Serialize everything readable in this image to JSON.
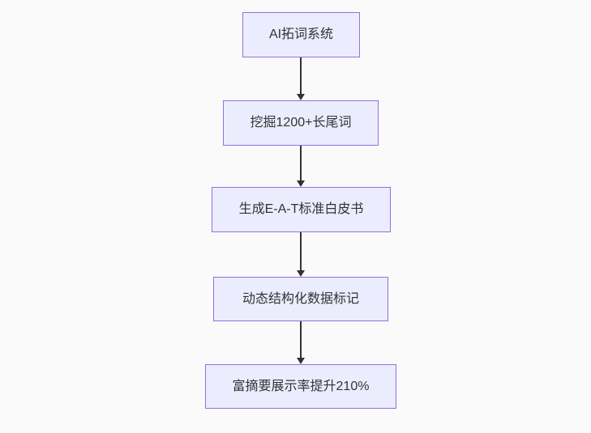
{
  "diagram": {
    "type": "flowchart",
    "direction": "top-down",
    "nodes": [
      {
        "label": "AI拓词系统"
      },
      {
        "label": "挖掘1200+长尾词"
      },
      {
        "label": "生成E-A-T标准白皮书"
      },
      {
        "label": "动态结构化数据标记"
      },
      {
        "label": "富摘要展示率提升210%"
      }
    ],
    "edges": [
      {
        "from": 0,
        "to": 1
      },
      {
        "from": 1,
        "to": 2
      },
      {
        "from": 2,
        "to": 3
      },
      {
        "from": 3,
        "to": 4
      }
    ]
  },
  "theme": {
    "canvas-bg": "#fafafa",
    "node-fill": "#ececff",
    "node-border": "#9370db",
    "node-text": "#333333",
    "arrow-color": "#333333"
  }
}
